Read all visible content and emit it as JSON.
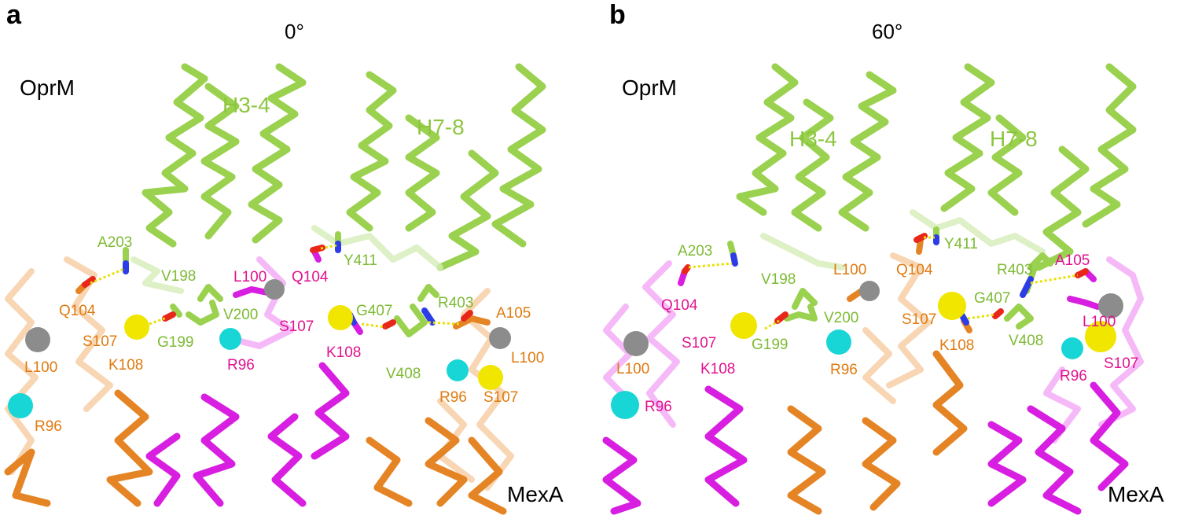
{
  "colors": {
    "oprm": "#9ad14f",
    "oprm_label": "#8cc63f",
    "mexa_orange": "#e58424",
    "mexa_magenta": "#d81ee0",
    "residue_green": "#7dbb33",
    "residue_orange": "#e07a10",
    "residue_magenta": "#e0138f",
    "cation_cyan": "#19d6d6",
    "cation_yellow": "#f0e600",
    "cation_grey": "#8c8c8c",
    "hbond": "#e8e100"
  },
  "panels": [
    {
      "letter": "a",
      "angle": "0°",
      "top_protein": "OprM",
      "bottom_protein": "MexA",
      "helix_labels": [
        "H3-4",
        "H7-8"
      ],
      "residues": [
        {
          "text": "A203",
          "color": "green"
        },
        {
          "text": "V198",
          "color": "green"
        },
        {
          "text": "L100",
          "color": "magenta"
        },
        {
          "text": "Q104",
          "color": "magenta"
        },
        {
          "text": "Y411",
          "color": "green"
        },
        {
          "text": "Q104",
          "color": "orange"
        },
        {
          "text": "S107",
          "color": "orange"
        },
        {
          "text": "G199",
          "color": "green"
        },
        {
          "text": "V200",
          "color": "green"
        },
        {
          "text": "S107",
          "color": "magenta"
        },
        {
          "text": "G407",
          "color": "green"
        },
        {
          "text": "R403",
          "color": "green"
        },
        {
          "text": "A105",
          "color": "orange"
        },
        {
          "text": "L100",
          "color": "orange"
        },
        {
          "text": "K108",
          "color": "orange"
        },
        {
          "text": "R96",
          "color": "magenta"
        },
        {
          "text": "K108",
          "color": "magenta"
        },
        {
          "text": "V408",
          "color": "green"
        },
        {
          "text": "L100",
          "color": "orange"
        },
        {
          "text": "R96",
          "color": "orange"
        },
        {
          "text": "S107",
          "color": "orange"
        },
        {
          "text": "R96",
          "color": "orange"
        }
      ]
    },
    {
      "letter": "b",
      "angle": "60°",
      "top_protein": "OprM",
      "bottom_protein": "MexA",
      "helix_labels": [
        "H3-4",
        "H7-8"
      ],
      "residues": [
        {
          "text": "Y411",
          "color": "green"
        },
        {
          "text": "A203",
          "color": "green"
        },
        {
          "text": "L100",
          "color": "orange"
        },
        {
          "text": "Q104",
          "color": "orange"
        },
        {
          "text": "R403",
          "color": "green"
        },
        {
          "text": "A105",
          "color": "magenta"
        },
        {
          "text": "V198",
          "color": "green"
        },
        {
          "text": "Q104",
          "color": "magenta"
        },
        {
          "text": "G407",
          "color": "green"
        },
        {
          "text": "S107",
          "color": "orange"
        },
        {
          "text": "S107",
          "color": "magenta"
        },
        {
          "text": "G199",
          "color": "green"
        },
        {
          "text": "V200",
          "color": "green"
        },
        {
          "text": "L100",
          "color": "magenta"
        },
        {
          "text": "K108",
          "color": "orange"
        },
        {
          "text": "V408",
          "color": "green"
        },
        {
          "text": "S107",
          "color": "magenta"
        },
        {
          "text": "L100",
          "color": "orange"
        },
        {
          "text": "K108",
          "color": "magenta"
        },
        {
          "text": "R96",
          "color": "orange"
        },
        {
          "text": "R96",
          "color": "magenta"
        },
        {
          "text": "R96",
          "color": "magenta"
        }
      ]
    }
  ]
}
